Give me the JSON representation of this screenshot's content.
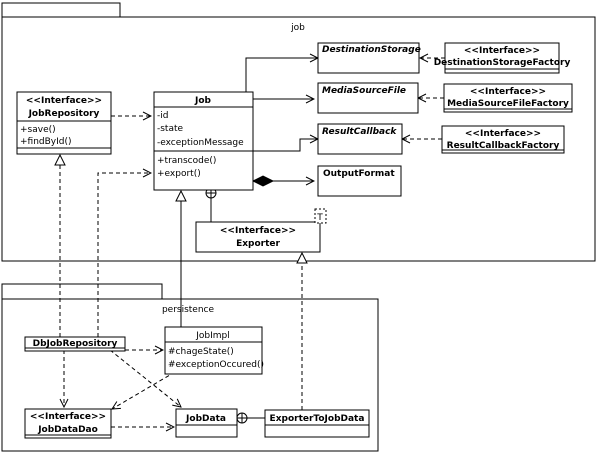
{
  "packages": {
    "job": "job",
    "persistence": "persistence"
  },
  "stereotype": "<<Interface>>",
  "generic_param": "T",
  "classes": {
    "job": {
      "name": "Job",
      "attributes": [
        "-id",
        "-state",
        "-exceptionMessage"
      ],
      "methods": [
        "+transcode()",
        "+export()"
      ]
    },
    "job_repository": {
      "name": "JobRepository",
      "methods": [
        "+save()",
        "+findById()"
      ]
    },
    "destination_storage": {
      "name": "DestinationStorage"
    },
    "media_source_file": {
      "name": "MediaSourceFile"
    },
    "result_callback": {
      "name": "ResultCallback"
    },
    "output_format": {
      "name": "OutputFormat"
    },
    "destination_storage_factory": {
      "name": "DestinationStorageFactory"
    },
    "media_source_file_factory": {
      "name": "MediaSourceFileFactory"
    },
    "result_callback_factory": {
      "name": "ResultCallbackFactory"
    },
    "exporter": {
      "name": "Exporter"
    },
    "db_job_repository": {
      "name": "DbJobRepository"
    },
    "job_impl": {
      "name": "JobImpl",
      "methods": [
        "#chageState()",
        "#exceptionOccured()"
      ]
    },
    "job_data_dao": {
      "name": "JobDataDao"
    },
    "job_data": {
      "name": "JobData"
    },
    "exporter_to_job_data": {
      "name": "ExporterToJobData"
    }
  }
}
